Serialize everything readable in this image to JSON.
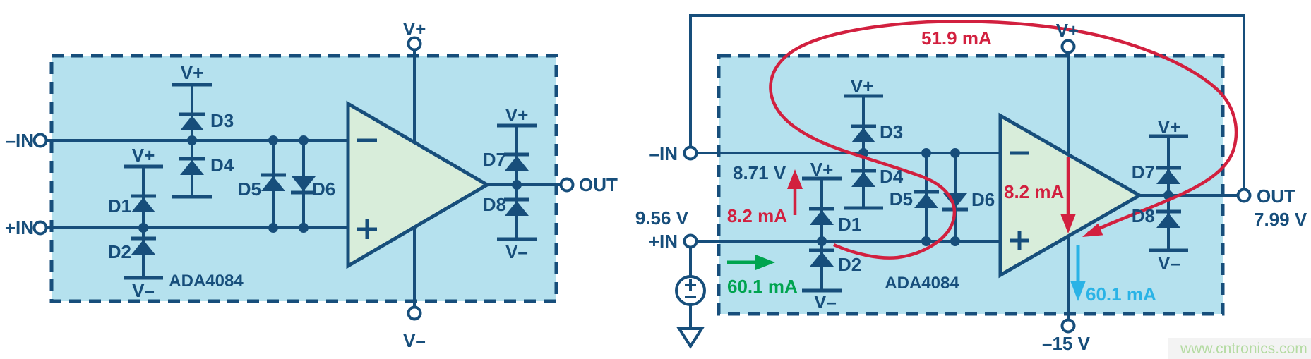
{
  "colors": {
    "navy": "#174e7b",
    "box_fill": "#b5e1ee",
    "opamp_fill": "#d8edda",
    "red": "#d2203f",
    "green": "#00a44f",
    "cyan": "#2ab3e6",
    "watermark_bg": "#f3f3f3",
    "watermark_text": "#b4dba2",
    "background": "#ffffff"
  },
  "labels": {
    "v_plus": "V+",
    "v_minus": "V–",
    "neg_in": "–IN",
    "pos_in": "+IN",
    "out": "OUT",
    "chip": "ADA4084",
    "opamp_minus": "–",
    "opamp_plus": "+"
  },
  "diodes": {
    "d1": "D1",
    "d2": "D2",
    "d3": "D3",
    "d4": "D4",
    "d5": "D5",
    "d6": "D6",
    "d7": "D7",
    "d8": "D8"
  },
  "right": {
    "loop_current": "51.9 mA",
    "clamp_current": "8.2 mA",
    "stage_current": "8.2 mA",
    "in_current": "60.1 mA",
    "out_current": "60.1 mA",
    "v_in_neg": "8.71 V",
    "v_in_pos": "9.56 V",
    "v_out": "7.99 V",
    "v_neg_supply": "–15 V"
  },
  "watermark": {
    "text": "www.cntronics.com"
  }
}
